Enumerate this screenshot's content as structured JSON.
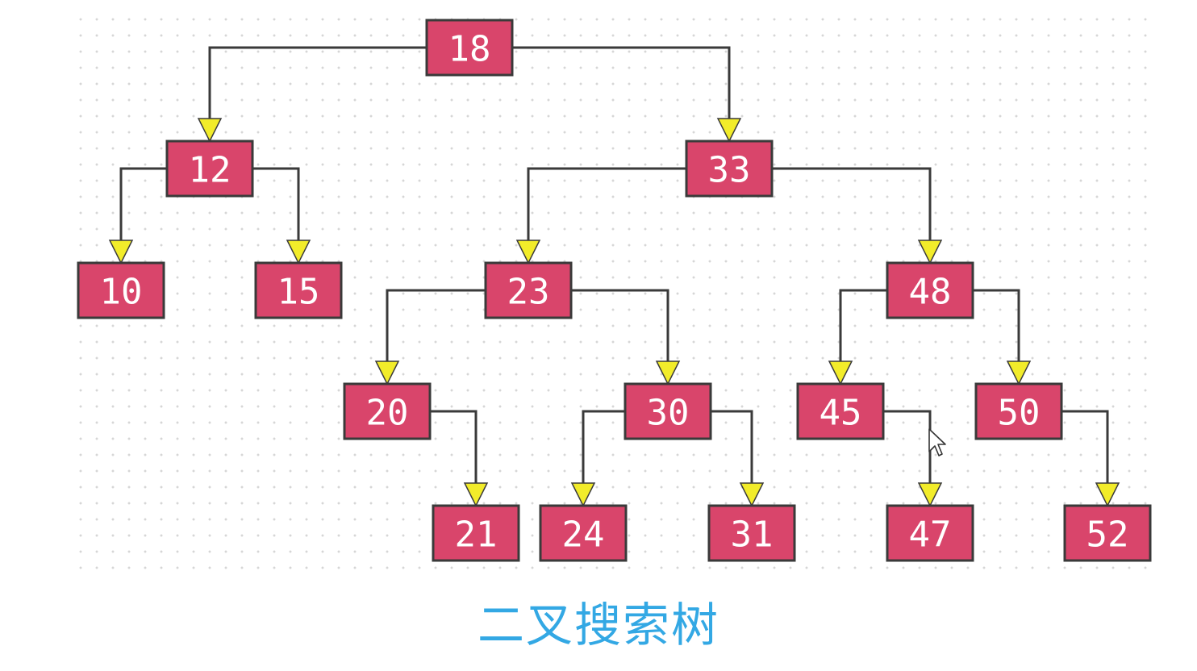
{
  "caption": "二叉搜索树",
  "colors": {
    "node_fill": "#d9456b",
    "node_border": "#3a3a3a",
    "node_text": "#ffffff",
    "arrow_fill": "#f2ec2a",
    "caption": "#33a8e4"
  },
  "tree": {
    "nodes": [
      {
        "id": "18",
        "label": "18",
        "parent": null
      },
      {
        "id": "12",
        "label": "12",
        "parent": "18",
        "side": "left"
      },
      {
        "id": "33",
        "label": "33",
        "parent": "18",
        "side": "right"
      },
      {
        "id": "10",
        "label": "10",
        "parent": "12",
        "side": "left"
      },
      {
        "id": "15",
        "label": "15",
        "parent": "12",
        "side": "right"
      },
      {
        "id": "23",
        "label": "23",
        "parent": "33",
        "side": "left"
      },
      {
        "id": "48",
        "label": "48",
        "parent": "33",
        "side": "right"
      },
      {
        "id": "20",
        "label": "20",
        "parent": "23",
        "side": "left"
      },
      {
        "id": "30",
        "label": "30",
        "parent": "23",
        "side": "right"
      },
      {
        "id": "45",
        "label": "45",
        "parent": "48",
        "side": "left"
      },
      {
        "id": "50",
        "label": "50",
        "parent": "48",
        "side": "right"
      },
      {
        "id": "21",
        "label": "21",
        "parent": "20",
        "side": "right"
      },
      {
        "id": "24",
        "label": "24",
        "parent": "30",
        "side": "left"
      },
      {
        "id": "31",
        "label": "31",
        "parent": "30",
        "side": "right"
      },
      {
        "id": "47",
        "label": "47",
        "parent": "45",
        "side": "right"
      },
      {
        "id": "52",
        "label": "52",
        "parent": "50",
        "side": "right"
      }
    ]
  }
}
